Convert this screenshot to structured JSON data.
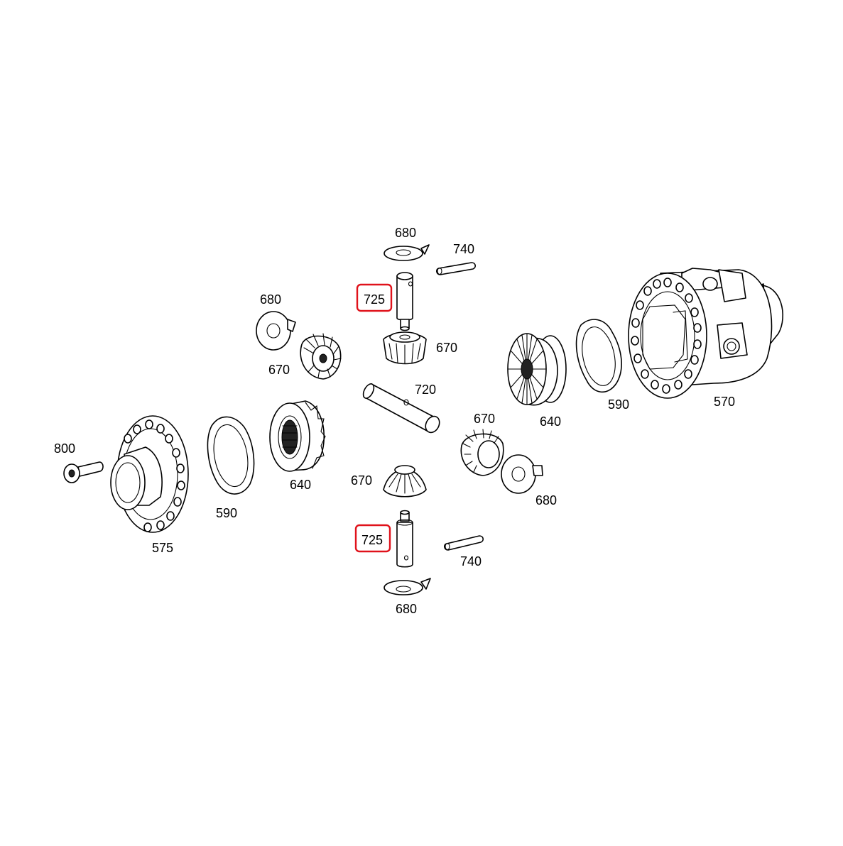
{
  "diagram": {
    "highlight_color": "#e0121b",
    "labels": {
      "l680_top": "680",
      "l740_top": "740",
      "l725_top": "725",
      "l680_left": "680",
      "l670_top": "670",
      "l670_left": "670",
      "l720": "720",
      "l640_right": "640",
      "l590_right": "590",
      "l570": "570",
      "l670_right": "670",
      "l800": "800",
      "l575": "575",
      "l590_left": "590",
      "l640_left": "640",
      "l670_bottom": "670",
      "l680_right": "680",
      "l725_bottom": "725",
      "l740_bottom": "740",
      "l680_bottom": "680"
    }
  }
}
